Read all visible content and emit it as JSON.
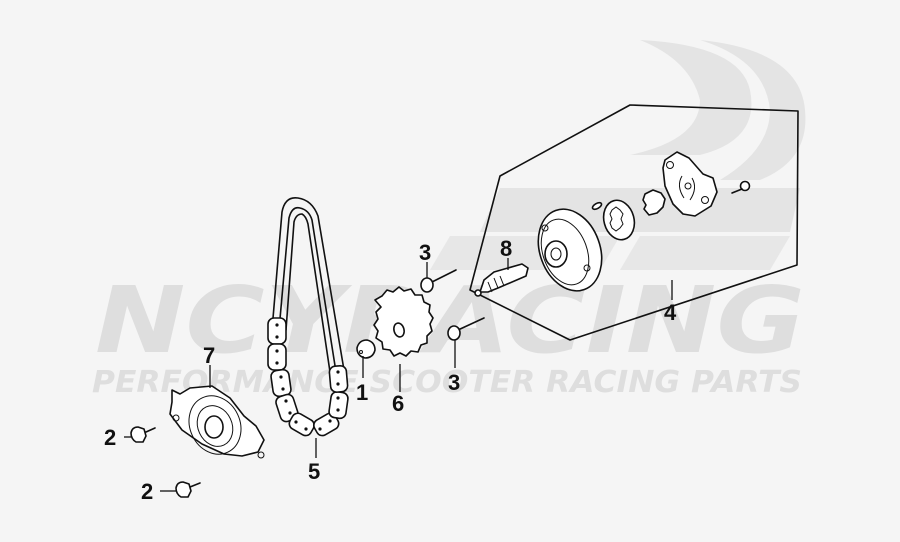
{
  "diagram": {
    "type": "exploded-parts-diagram",
    "subject": "oil pump assembly",
    "background_color": "#f5f5f5",
    "line_color": "#111111",
    "watermark": {
      "logo_text": "NCYRACING",
      "tagline": "PERFORMANCE SCOOTER RACING PARTS",
      "color": "#dedede"
    },
    "callouts": [
      {
        "id": "c1",
        "label": "1",
        "part": "dowel pin / spacer"
      },
      {
        "id": "c2a",
        "label": "2",
        "part": "bolt"
      },
      {
        "id": "c2b",
        "label": "2",
        "part": "bolt"
      },
      {
        "id": "c3a",
        "label": "3",
        "part": "bolt"
      },
      {
        "id": "c3b",
        "label": "3",
        "part": "bolt"
      },
      {
        "id": "c4",
        "label": "4",
        "part": "oil pump assembly (boxed group)"
      },
      {
        "id": "c5",
        "label": "5",
        "part": "drive chain"
      },
      {
        "id": "c6",
        "label": "6",
        "part": "sprocket"
      },
      {
        "id": "c7",
        "label": "7",
        "part": "cover plate / gasket"
      },
      {
        "id": "c8",
        "label": "8",
        "part": "pump shaft"
      }
    ]
  }
}
